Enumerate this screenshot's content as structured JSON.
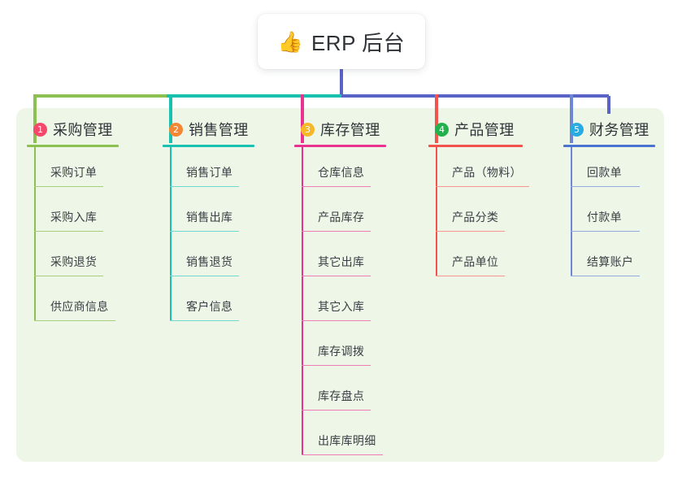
{
  "diagram": {
    "type": "mindmap-tree",
    "background_color": "#ffffff",
    "panel_color": "#eef7e7",
    "title": {
      "icon": "thumbs-up-emoji",
      "icon_glyph": "👍",
      "text": "ERP 后台",
      "card_background": "#ffffff"
    },
    "trunk_color": "#5a63c6",
    "branches": [
      {
        "index": "1",
        "title": "采购管理",
        "badge_color": "#f5486b",
        "rule_color": "#8cc152",
        "line_color": "#8cc152",
        "item_rule_color": "#a8cf7e",
        "items": [
          "采购订单",
          "采购入库",
          "采购退货",
          "供应商信息"
        ]
      },
      {
        "index": "2",
        "title": "销售管理",
        "badge_color": "#f58634",
        "rule_color": "#19c2b0",
        "line_color": "#19c2b0",
        "item_rule_color": "#6fd9cf",
        "items": [
          "销售订单",
          "销售出库",
          "销售退货",
          "客户信息"
        ]
      },
      {
        "index": "3",
        "title": "库存管理",
        "badge_color": "#f6b829",
        "rule_color": "#e9338f",
        "line_color": "#e9338f",
        "item_rule_color": "#ef7cb4",
        "items": [
          "仓库信息",
          "产品库存",
          "其它出库",
          "其它入库",
          "库存调拨",
          "库存盘点",
          "出库库明细"
        ]
      },
      {
        "index": "4",
        "title": "产品管理",
        "badge_color": "#22b24c",
        "rule_color": "#f4534d",
        "line_color": "#f4534d",
        "item_rule_color": "#f79691",
        "items": [
          "产品（物料）",
          "产品分类",
          "产品单位"
        ]
      },
      {
        "index": "5",
        "title": "财务管理",
        "badge_color": "#29abe2",
        "rule_color": "#4a74cf",
        "line_color": "#6b87d6",
        "item_rule_color": "#93a9e0",
        "items": [
          "回款单",
          "付款单",
          "结算账户"
        ]
      }
    ]
  }
}
